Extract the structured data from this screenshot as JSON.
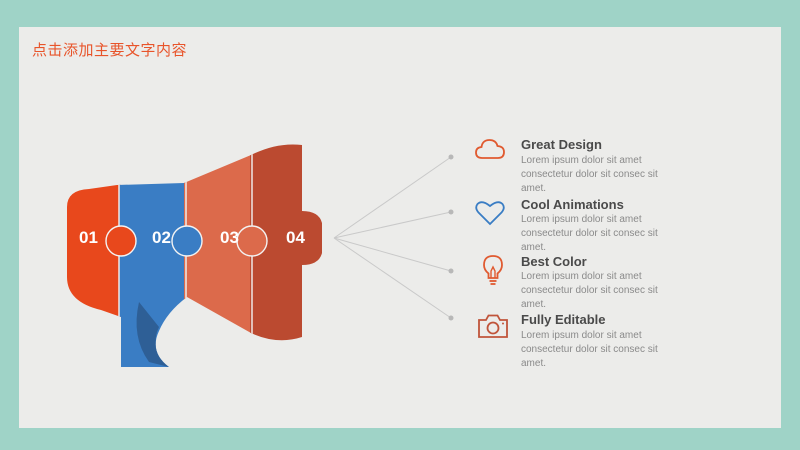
{
  "slide": {
    "title": "点击添加主要文字内容"
  },
  "megaphone": {
    "segments": [
      {
        "number": "01",
        "color": "#e8481c"
      },
      {
        "number": "02",
        "color": "#3a7dc4"
      },
      {
        "number": "03",
        "color": "#dc6a4b"
      },
      {
        "number": "04",
        "color": "#bb4a30"
      }
    ]
  },
  "items": [
    {
      "title": "Great Design",
      "desc": "Lorem ipsum dolor sit amet consectetur dolor sit consec sit amet.",
      "icon": "cloud-icon",
      "color": "#e05a30"
    },
    {
      "title": "Cool Animations",
      "desc": "Lorem ipsum dolor sit amet consectetur dolor sit consec sit amet.",
      "icon": "heart-icon",
      "color": "#3a7dc4"
    },
    {
      "title": "Best Color",
      "desc": "Lorem ipsum dolor sit amet consectetur dolor sit consec sit amet.",
      "icon": "lightbulb-icon",
      "color": "#e05a30"
    },
    {
      "title": "Fully Editable",
      "desc": "Lorem ipsum dolor sit amet consectetur dolor sit consec sit amet.",
      "icon": "camera-icon",
      "color": "#c0543a"
    }
  ]
}
